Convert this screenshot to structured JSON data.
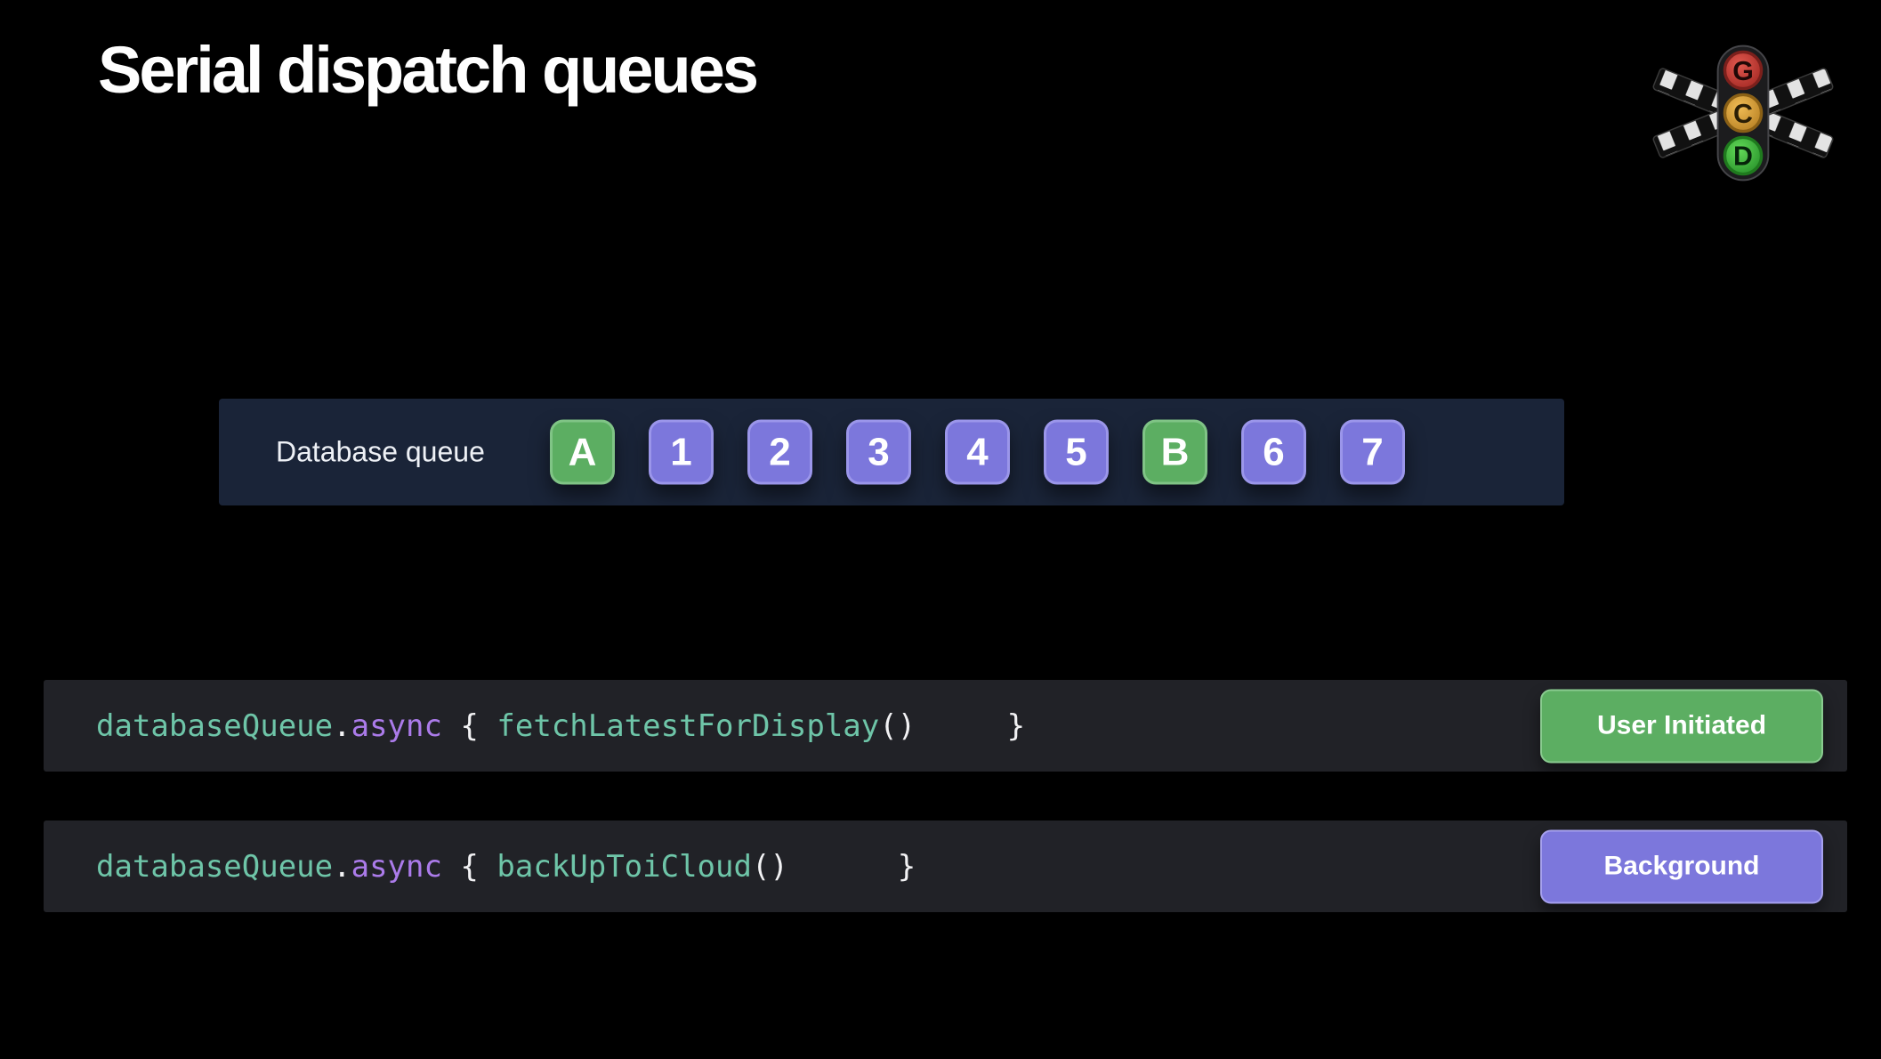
{
  "title": "Serial dispatch queues",
  "logo": {
    "name": "grand-central-dispatch-logo",
    "lights": [
      {
        "letter": "G",
        "color": "#c0392f"
      },
      {
        "letter": "C",
        "color": "#d9a33c"
      },
      {
        "letter": "D",
        "color": "#3ec43b"
      }
    ]
  },
  "queue": {
    "label": "Database queue",
    "items": [
      {
        "label": "A",
        "variant": "task"
      },
      {
        "label": "1",
        "variant": "item"
      },
      {
        "label": "2",
        "variant": "item"
      },
      {
        "label": "3",
        "variant": "item"
      },
      {
        "label": "4",
        "variant": "item"
      },
      {
        "label": "5",
        "variant": "item"
      },
      {
        "label": "B",
        "variant": "task"
      },
      {
        "label": "6",
        "variant": "item"
      },
      {
        "label": "7",
        "variant": "item"
      }
    ]
  },
  "code_rows": [
    {
      "tokens": [
        {
          "t": "databaseQueue",
          "c": "type"
        },
        {
          "t": ".",
          "c": "plain"
        },
        {
          "t": "async",
          "c": "keyword"
        },
        {
          "t": " { ",
          "c": "plain"
        },
        {
          "t": "fetchLatestForDisplay",
          "c": "call"
        },
        {
          "t": "()",
          "c": "plain"
        },
        {
          "t": "     ",
          "c": "plain"
        },
        {
          "t": "}",
          "c": "plain"
        }
      ],
      "qos": {
        "label": "User Initiated",
        "level": "user-initiated",
        "color": "#5cae62"
      }
    },
    {
      "tokens": [
        {
          "t": "databaseQueue",
          "c": "type"
        },
        {
          "t": ".",
          "c": "plain"
        },
        {
          "t": "async",
          "c": "keyword"
        },
        {
          "t": " { ",
          "c": "plain"
        },
        {
          "t": "backUpToiCloud",
          "c": "call"
        },
        {
          "t": "()",
          "c": "plain"
        },
        {
          "t": "      ",
          "c": "plain"
        },
        {
          "t": "}",
          "c": "plain"
        }
      ],
      "qos": {
        "label": "Background",
        "level": "background",
        "color": "#7c77dc"
      }
    }
  ],
  "colors": {
    "background": "#000000",
    "queue_bar": "#1a2438",
    "code_row": "#212227",
    "task_green": "#5cae62",
    "item_purple": "#7c77dc",
    "code_type_teal": "#6ec5a8",
    "code_keyword_purple": "#ab7bea",
    "code_plain": "#f2f2f4"
  }
}
